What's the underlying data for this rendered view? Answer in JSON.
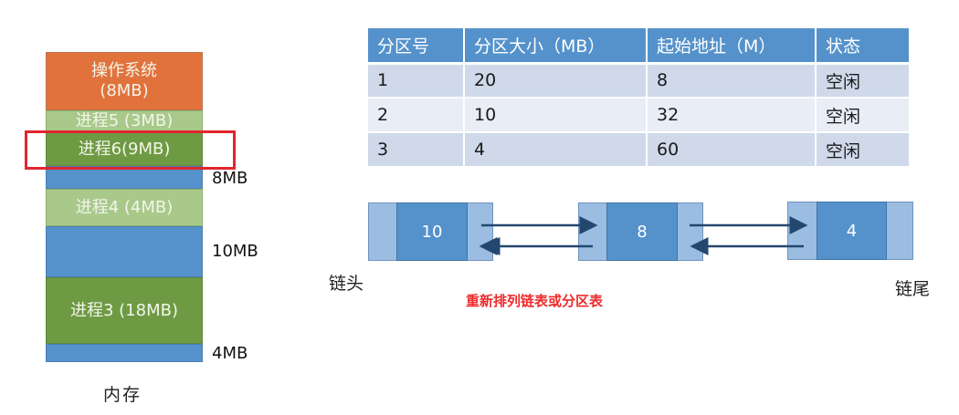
{
  "memory": {
    "caption": "内存",
    "blocks": [
      {
        "label_line1": "操作系统",
        "label_line2": "(8MB)",
        "type": "os",
        "color": "#e2723c"
      },
      {
        "label_line1": "进程5 (3MB)",
        "type": "process",
        "color": "#a8c98a"
      },
      {
        "label_line1": "进程6(9MB)",
        "type": "process-highlighted",
        "color": "#6f9a44"
      },
      {
        "label_line1": "",
        "type": "free",
        "color": "#5592cb"
      },
      {
        "label_line1": "进程4 (4MB)",
        "type": "process",
        "color": "#a8c98a"
      },
      {
        "label_line1": "",
        "type": "free",
        "color": "#5592cb"
      },
      {
        "label_line1": "进程3 (18MB)",
        "type": "process",
        "color": "#6f9a44"
      },
      {
        "label_line1": "",
        "type": "free",
        "color": "#5592cb"
      }
    ],
    "free_size_labels": [
      "8MB",
      "10MB",
      "4MB"
    ],
    "highlight_color": "#e0262e"
  },
  "partition_table": {
    "headers": [
      "分区号",
      "分区大小（MB）",
      "起始地址（M）",
      "状态"
    ],
    "rows": [
      [
        "1",
        "20",
        "8",
        "空闲"
      ],
      [
        "2",
        "10",
        "32",
        "空闲"
      ],
      [
        "3",
        "4",
        "60",
        "空闲"
      ]
    ],
    "header_color": "#5592cb"
  },
  "linked_list": {
    "nodes": [
      "10",
      "8",
      "4"
    ],
    "head_label": "链头",
    "tail_label": "链尾",
    "note": "重新排列链表或分区表",
    "note_color": "#ee2a2a"
  }
}
